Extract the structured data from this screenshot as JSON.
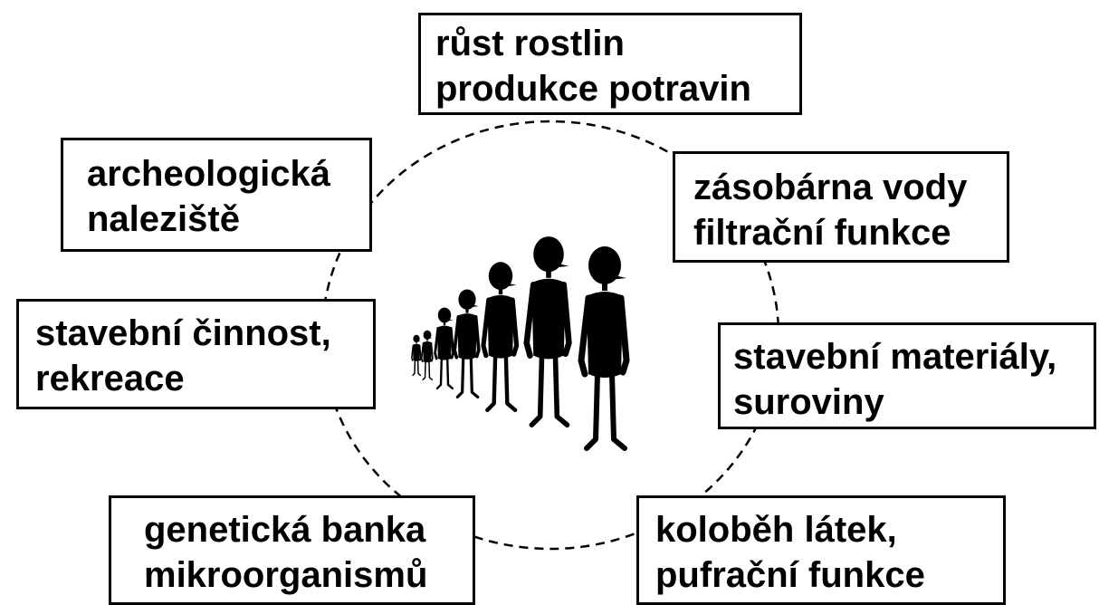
{
  "colors": {
    "stroke": "#000000",
    "background": "#ffffff",
    "figures": "#000000"
  },
  "boxes": {
    "top": {
      "line1": "růst rostlin",
      "line2": "produkce potravin"
    },
    "upper_left": {
      "line1": "archeologická",
      "line2": "naleziště"
    },
    "upper_right": {
      "line1": "zásobárna vody",
      "line2": "filtrační funkce"
    },
    "middle_left": {
      "line1": "stavební činnost,",
      "line2": "rekreace"
    },
    "middle_right": {
      "line1": "stavební materiály,",
      "line2": "suroviny"
    },
    "bottom_left": {
      "line1": "genetická banka",
      "line2": "mikroorganismů"
    },
    "bottom_right": {
      "line1": "koloběh látek,",
      "line2": "pufrační funkce"
    }
  },
  "illustration": {
    "icon": "walking-people-icon",
    "figure_count": 7
  }
}
